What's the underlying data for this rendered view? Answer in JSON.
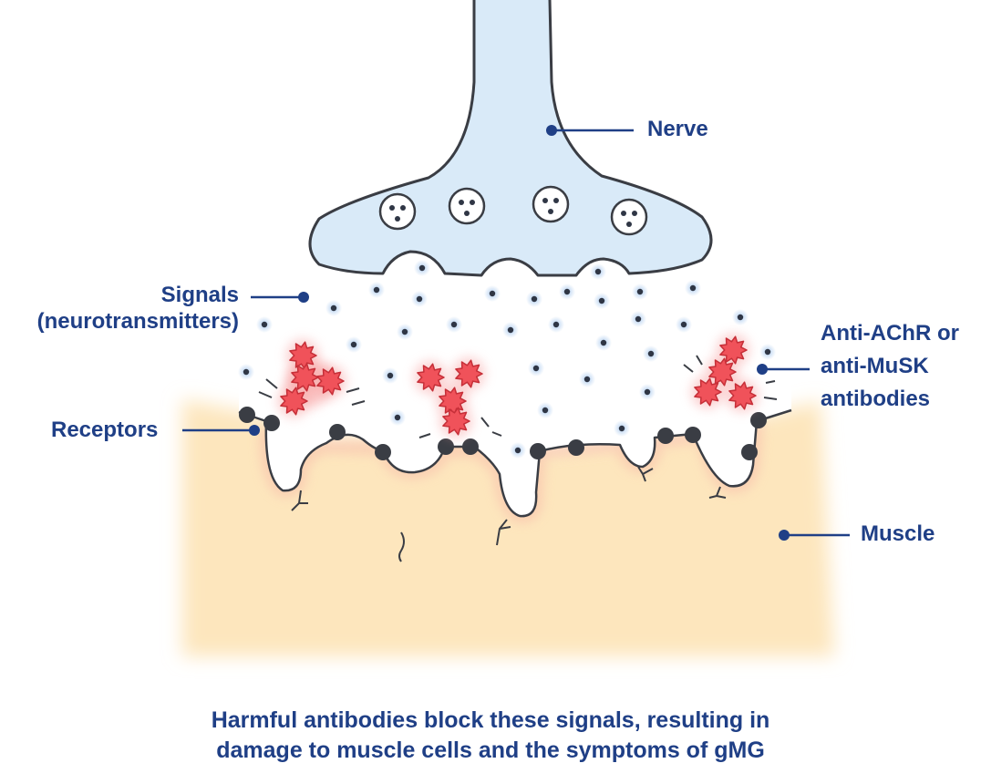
{
  "labels": {
    "nerve": "Nerve",
    "signals": [
      "Signals",
      "(neurotransmitters)"
    ],
    "receptors": "Receptors",
    "antibodies": [
      "Anti-AChR or",
      "anti-MuSK",
      "antibodies"
    ],
    "muscle": "Muscle"
  },
  "caption": [
    "Harmful antibodies block these signals, resulting in",
    "damage to muscle cells and the symptoms of gMG"
  ],
  "colors": {
    "label_blue": "#1f3f86",
    "nerve_fill": "#d9eaf8",
    "outline": "#3a3d44",
    "muscle_fill": "#fdebc8",
    "antibody_red": "#f0525a",
    "neurotransmitter_dot": "#2f3645",
    "receptor": "#3a3d44"
  }
}
